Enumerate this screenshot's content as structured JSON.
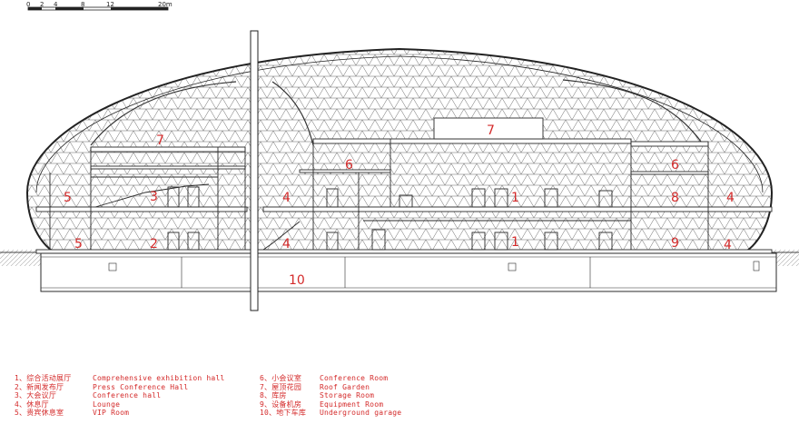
{
  "scale": {
    "ticks": [
      "0",
      "2",
      "4",
      "8",
      "12",
      "20m"
    ]
  },
  "room_labels": [
    {
      "id": "5",
      "text": "5"
    },
    {
      "id": "3",
      "text": "3"
    },
    {
      "id": "5b",
      "text": "5"
    },
    {
      "id": "2",
      "text": "2"
    },
    {
      "id": "7a",
      "text": "7"
    },
    {
      "id": "4a",
      "text": "4"
    },
    {
      "id": "4b",
      "text": "4"
    },
    {
      "id": "6a",
      "text": "6"
    },
    {
      "id": "7b",
      "text": "7"
    },
    {
      "id": "1a",
      "text": "1"
    },
    {
      "id": "1b",
      "text": "1"
    },
    {
      "id": "6b",
      "text": "6"
    },
    {
      "id": "8",
      "text": "8"
    },
    {
      "id": "9",
      "text": "9"
    },
    {
      "id": "4c",
      "text": "4"
    },
    {
      "id": "4d",
      "text": "4"
    },
    {
      "id": "10",
      "text": "10"
    }
  ],
  "legend": {
    "left": [
      {
        "zh": "1、综合活动展厅",
        "en": "Comprehensive exhibition hall"
      },
      {
        "zh": "2、新闻发布厅",
        "en": "Press Conference Hall"
      },
      {
        "zh": "3、大会议厅",
        "en": "Conference hall"
      },
      {
        "zh": "4、休息厅",
        "en": "Lounge"
      },
      {
        "zh": "5、贵宾休息室",
        "en": "VIP Room"
      }
    ],
    "right": [
      {
        "zh": "6、小会议室",
        "en": "Conference Room"
      },
      {
        "zh": "7、屋顶花园",
        "en": "Roof Garden"
      },
      {
        "zh": "8、库房",
        "en": "Storage Room"
      },
      {
        "zh": "9、设备机房",
        "en": "Equipment Room"
      },
      {
        "zh": "10、地下车库",
        "en": "Underground garage"
      }
    ]
  },
  "colors": {
    "line": "#2a2a2a",
    "label": "#d42a2a",
    "ground": "#9a9a9a"
  }
}
